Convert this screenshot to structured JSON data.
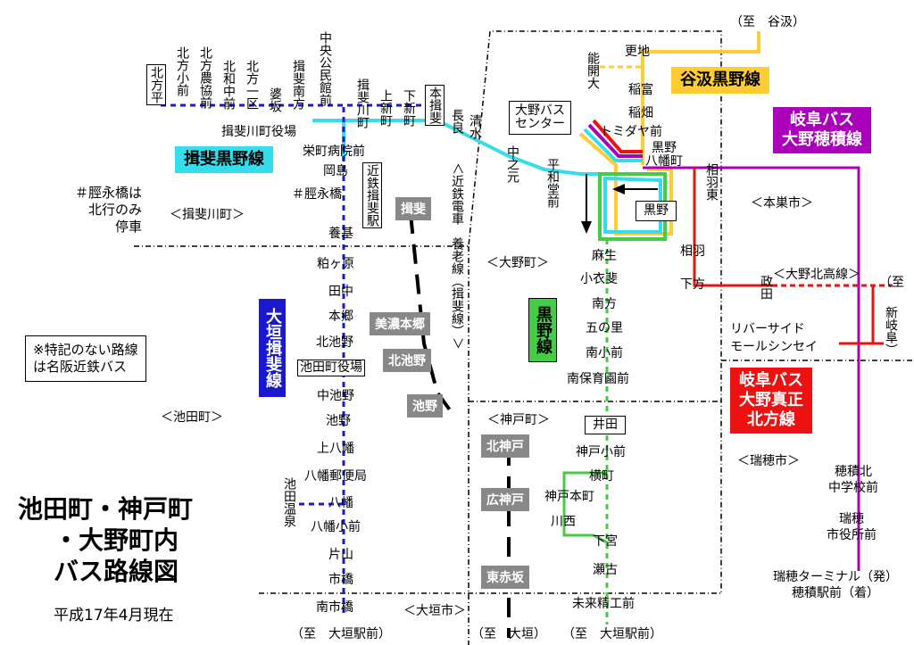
{
  "title": {
    "line1": "池田町・神戸町",
    "line2": "・大野町内",
    "line3": "バス路線図",
    "date": "平成17年4月現在"
  },
  "routes": {
    "ibigawa_kurono": "揖斐黒野線",
    "tanigumi_kurono": "谷汲黒野線",
    "gifu_ono_hozumi": "岐阜バス\n大野穂積線",
    "ogaki_ibi": "大垣揖斐線",
    "kurono": "黒野線",
    "gifu_ono_masaki": "岐阜バス\n大野真正\n北方線"
  },
  "towns": {
    "ibigawa": "＜揖斐川町＞",
    "ono": "＜大野町＞",
    "ikeda": "＜池田町＞",
    "godo": "＜神戸町＞",
    "motosu": "＜本巣市＞",
    "mizuho": "＜瑞穂市＞",
    "ogaki": "＜大垣市＞"
  },
  "notes": {
    "koeibashi": "＃脛永橋は\n北行のみ\n停車",
    "meihan": "※特記のない路線\nは名阪近鉄バス",
    "ono_kita": "＜大野北高線＞"
  },
  "railway": {
    "kintetsu": "＜近鉄電車　養老線（揖斐線）＞"
  },
  "destinations": {
    "tanigumi": "（至　谷汲）",
    "ogaki_ekimae1": "（至　大垣駅前）",
    "ogaki": "（至　大垣）",
    "ogaki_ekimae2": "（至　大垣駅前）",
    "shin_gifu_to": "（至",
    "shin_gifu": "新岐阜）"
  },
  "stations": {
    "ibi": "揖斐",
    "mino_hongo": "美濃本郷",
    "kita_ikeno": "北池野",
    "ikeno": "池野",
    "kita_godo": "北神戸",
    "hiro_godo": "広神戸",
    "higashi_akasaka": "東赤坂"
  },
  "stops": {
    "kitakata_hira": "北方平",
    "kitakata_shou_mae": "北方小前",
    "kitakata_noukyou_mae": "北方農協前",
    "kitawa_naka_mae": "北和中前",
    "kitakata_ikku": "北方一区",
    "sugisaka": "婆坂",
    "ibi_minami": "揖斐南方",
    "chuo_kouminkan": "中央公民館前",
    "ibigawa_machi": "揖斐川町",
    "kami_shinmachi": "上新町",
    "shimo_shinmachi": "下新町",
    "hon_ibi": "本揖斐",
    "nagara": "長良",
    "shimizu": "清水",
    "ibigawa_yakuba": "揖斐川町役場",
    "sakaemachi_byouin": "栄町病院前",
    "okajima": "岡島",
    "koeibashi": "＃脛永橋",
    "kintetsu_ibi": "近鉄揖斐駅",
    "youki": "養基",
    "kayugahara": "粕ヶ原",
    "tanaka": "田中",
    "hongou": "本郷",
    "kita_ikeno": "北池野",
    "ikeda_yakuba": "池田町役場",
    "naka_ikeno": "中池野",
    "ikeno": "池野",
    "kami_hachiman": "上八幡",
    "hachiman_yubin": "八幡郵便局",
    "hachiman": "八幡",
    "hachiman_shou": "八幡小前",
    "katayama": "片山",
    "ichihashi": "市橋",
    "minami_ichihashi": "南市橋",
    "ikeda_onsen": "池田温泉",
    "ono_bus_center": "大野バス\nセンター",
    "nakanoen": "中之元",
    "heiwadou": "平和堂前",
    "noukai_dai": "能開大",
    "sarachi": "更地",
    "inatomi": "稲富",
    "inahata": "稲畑",
    "tomidaya": "トミダヤ前",
    "kurono_hachimancho": "黒野\n八幡町",
    "aiba_higashi": "相羽東",
    "kurono": "黒野",
    "asou": "麻生",
    "koibi": "小衣斐",
    "minamikata": "南方",
    "gonosato": "五の里",
    "minami_shou": "南小前",
    "minami_hoikuen": "南保育園前",
    "ida": "井田",
    "godo_shou": "神戸小前",
    "yokomachi": "横町",
    "godo_honmachi": "神戸本町",
    "kawanishi": "川西",
    "shimomiya": "下宮",
    "segofuru": "瀬古",
    "mirai_seikou": "未来精工前",
    "aiba": "相羽",
    "shimokata": "下方",
    "masada": "政田",
    "riverside": "リバーサイド\nモールシンセイ",
    "hozumi_kita": "穂積北\n中学校前",
    "mizuho_shiyakusho": "瑞穂\n市役所前",
    "mizuho_terminal": "瑞穂ターミナル（発）\n穂積駅前（着）"
  },
  "colors": {
    "ibi_kurono": "#33ddee",
    "tanigumi": "#ffcc33",
    "hozumi": "#aa00bb",
    "ogaki_ibi": "#1a1acc",
    "kurono": "#44cc44",
    "masaki": "#ee1111",
    "grey": "#888888"
  }
}
